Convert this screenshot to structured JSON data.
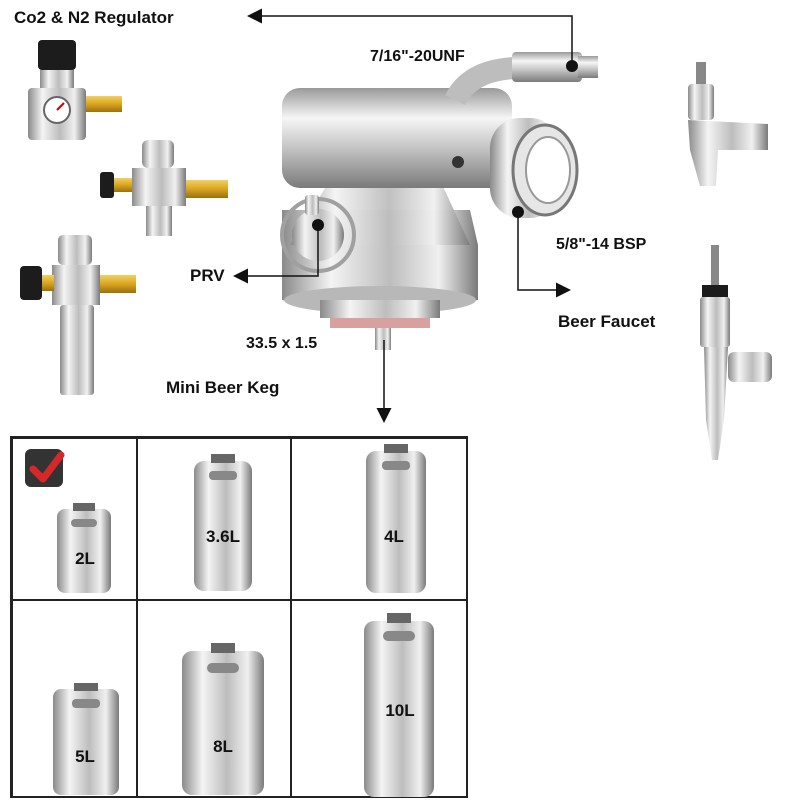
{
  "labels": {
    "regulator": "Co2 & N2 Regulator",
    "gas_thread": "7/16\"-20UNF",
    "faucet_thread": "5/8\"-14 BSP",
    "prv": "PRV",
    "beer_faucet": "Beer Faucet",
    "keg_thread": "33.5 x 1.5",
    "mini_keg": "Mini Beer Keg"
  },
  "kegs": [
    {
      "size": "2L",
      "selected": true
    },
    {
      "size": "3.6L",
      "selected": false
    },
    {
      "size": "4L",
      "selected": false
    },
    {
      "size": "5L",
      "selected": false
    },
    {
      "size": "8L",
      "selected": false
    },
    {
      "size": "10L",
      "selected": false
    }
  ],
  "colors": {
    "steel_light": "#e8e8e8",
    "steel_dark": "#8a8a8a",
    "brass": "#d9a520",
    "check_red": "#d62828"
  }
}
